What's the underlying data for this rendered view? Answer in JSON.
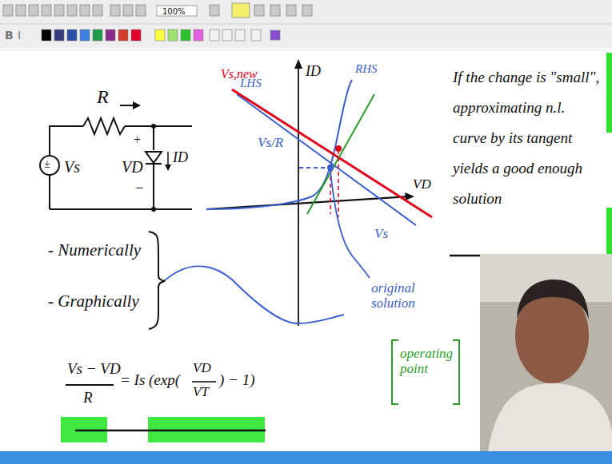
{
  "diagram": {
    "labels": [
      "100%",
      "R",
      "±",
      "Vs",
      "+",
      "VD",
      "−",
      "ID",
      "ID",
      "Vs,new",
      "LHS",
      "RHS",
      "Vs/R",
      "VD",
      "Vs",
      "original solution",
      "operating point",
      "- Numerically",
      "- Graphically",
      "Vs − VD",
      "R",
      "= Is (exp(",
      "VD",
      "VT",
      ") − 1)",
      "If the change is \"small\", approximating n.l. curve by its tangent yields a good enough solution",
      "B",
      "I"
    ]
  }
}
